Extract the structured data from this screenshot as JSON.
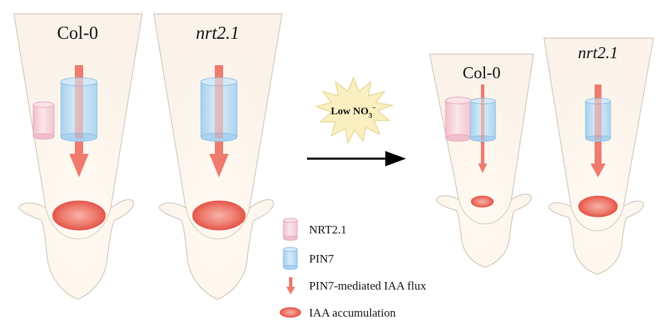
{
  "panels": {
    "left_col0": {
      "title": "Col-0"
    },
    "left_nrt": {
      "title": "nrt2.1"
    },
    "right_col0": {
      "title": "Col-0"
    },
    "right_nrt": {
      "title": "nrt2.1"
    }
  },
  "treatment": {
    "main": "Low NO",
    "subscript": "3",
    "superscript": "−"
  },
  "legend": {
    "nrt": "NRT2.1",
    "pin": "PIN7",
    "flux": "PIN7-mediated IAA flux",
    "iaa": "IAA accumulation"
  },
  "colors": {
    "root_fill": "#fbf4ec",
    "root_stroke": "#c9bfb3",
    "arrow": "#ee7b6e",
    "pin_fill": "#b9dcf4",
    "pin_stroke": "#8cbde0",
    "nrt_fill": "#f7d3dc",
    "nrt_stroke": "#e3a7b6",
    "iaa_fill": "#ea5f55",
    "starburst_fill": "#f9efc0",
    "starburst_stroke": "#e6d48d"
  },
  "icons": {
    "starburst": "starburst-icon",
    "big_arrow": "right-arrow-icon"
  }
}
